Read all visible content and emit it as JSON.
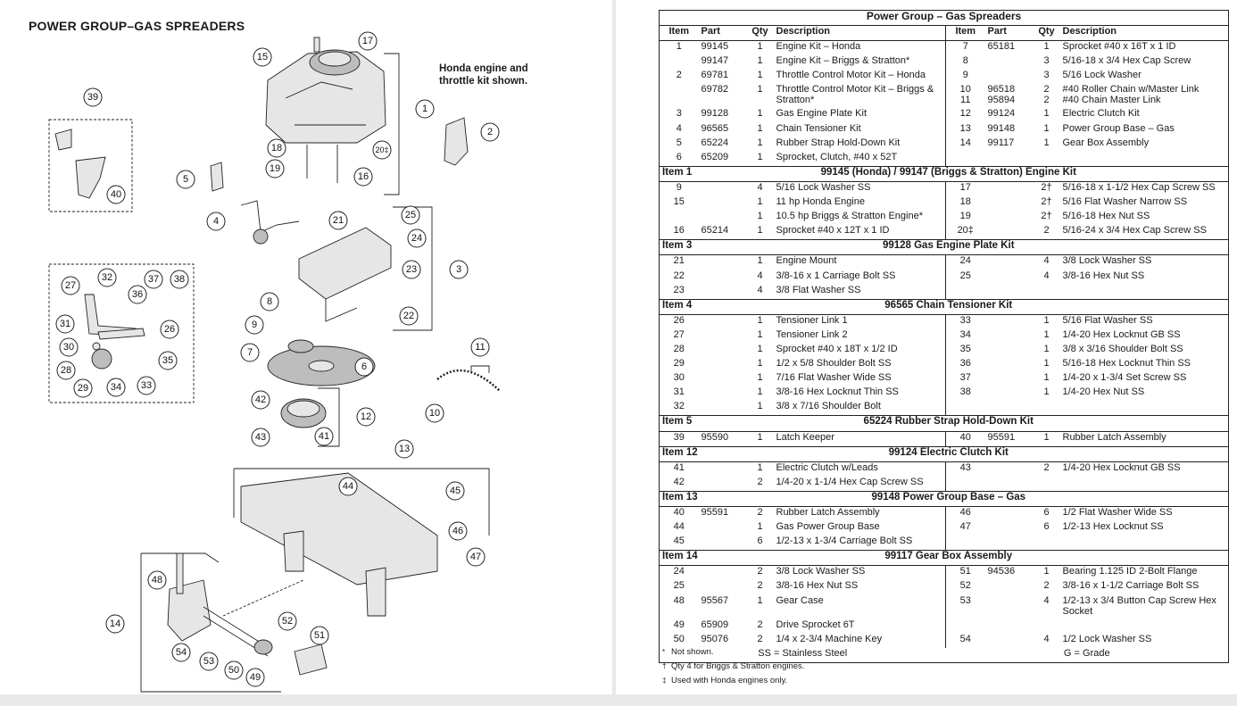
{
  "diagram": {
    "title": "POWER GROUP–GAS SPREADERS",
    "note": "Honda engine and throttle kit shown.",
    "callouts": [
      "1",
      "2",
      "3",
      "4",
      "5",
      "6",
      "7",
      "8",
      "9",
      "10",
      "11",
      "12",
      "13",
      "14",
      "15",
      "16",
      "17",
      "18",
      "19",
      "20‡",
      "21",
      "22",
      "23",
      "24",
      "25",
      "26",
      "27",
      "28",
      "29",
      "30",
      "31",
      "32",
      "33",
      "34",
      "35",
      "36",
      "37",
      "38",
      "39",
      "40",
      "41",
      "42",
      "43",
      "44",
      "45",
      "46",
      "47",
      "48",
      "49",
      "50",
      "51",
      "52",
      "53",
      "54"
    ]
  },
  "table": {
    "title": "Power Group – Gas Spreaders",
    "headers": [
      "Item",
      "Part",
      "Qty",
      "Description",
      "Item",
      "Part",
      "Qty",
      "Description"
    ],
    "main_rows": [
      [
        "1",
        "99145",
        "1",
        "Engine Kit – Honda",
        "7",
        "65181",
        "1",
        "Sprocket #40 x 16T x 1 ID"
      ],
      [
        "",
        "99147",
        "1",
        "Engine Kit – Briggs & Stratton*",
        "8",
        "",
        "3",
        "5/16-18 x 3/4 Hex Cap Screw"
      ],
      [
        "2",
        "69781",
        "1",
        "Throttle Control Motor Kit – Honda",
        "9",
        "",
        "3",
        "5/16 Lock Washer"
      ],
      [
        "",
        "69782",
        "1",
        "Throttle Control Motor Kit – Briggs & Stratton*",
        "10\n11",
        "96518\n95894",
        "2\n2",
        "#40 Roller Chain w/Master Link\n#40 Chain Master Link"
      ],
      [
        "3",
        "99128",
        "1",
        "Gas Engine Plate Kit",
        "12",
        "99124",
        "1",
        "Electric Clutch Kit"
      ],
      [
        "4",
        "96565",
        "1",
        "Chain Tensioner Kit",
        "13",
        "99148",
        "1",
        "Power Group Base – Gas"
      ],
      [
        "5",
        "65224",
        "1",
        "Rubber Strap Hold-Down Kit",
        "14",
        "99117",
        "1",
        "Gear Box Assembly"
      ],
      [
        "6",
        "65209",
        "1",
        "Sprocket, Clutch, #40 x 52T",
        "",
        "",
        "",
        ""
      ]
    ],
    "sections": [
      {
        "label": "Item 1",
        "title": "99145 (Honda) / 99147 (Briggs & Stratton)  Engine Kit",
        "rows": [
          [
            "9",
            "",
            "4",
            "5/16 Lock Washer SS",
            "17",
            "",
            "2†",
            "5/16-18 x 1-1/2 Hex Cap Screw SS"
          ],
          [
            "15",
            "",
            "1",
            "11 hp Honda Engine",
            "18",
            "",
            "2†",
            "5/16 Flat Washer Narrow SS"
          ],
          [
            "",
            "",
            "1",
            "10.5 hp Briggs & Stratton Engine*",
            "19",
            "",
            "2†",
            "5/16-18 Hex Nut SS"
          ],
          [
            "16",
            "65214",
            "1",
            "Sprocket #40 x 12T x 1 ID",
            "20‡",
            "",
            "2",
            "5/16-24 x 3/4 Hex Cap Screw SS"
          ]
        ]
      },
      {
        "label": "Item 3",
        "title": "99128  Gas Engine Plate Kit",
        "rows": [
          [
            "21",
            "",
            "1",
            "Engine Mount",
            "24",
            "",
            "4",
            "3/8 Lock Washer SS"
          ],
          [
            "22",
            "",
            "4",
            "3/8-16 x 1 Carriage Bolt SS",
            "25",
            "",
            "4",
            "3/8-16 Hex Nut SS"
          ],
          [
            "23",
            "",
            "4",
            "3/8 Flat Washer SS",
            "",
            "",
            "",
            ""
          ]
        ]
      },
      {
        "label": "Item 4",
        "title": "96565  Chain Tensioner Kit",
        "rows": [
          [
            "26",
            "",
            "1",
            "Tensioner Link 1",
            "33",
            "",
            "1",
            "5/16 Flat Washer SS"
          ],
          [
            "27",
            "",
            "1",
            "Tensioner Link 2",
            "34",
            "",
            "1",
            "1/4-20 Hex Locknut GB SS"
          ],
          [
            "28",
            "",
            "1",
            "Sprocket #40 x 18T x 1/2 ID",
            "35",
            "",
            "1",
            "3/8 x 3/16 Shoulder Bolt SS"
          ],
          [
            "29",
            "",
            "1",
            "1/2 x 5/8 Shoulder Bolt SS",
            "36",
            "",
            "1",
            "5/16-18 Hex Locknut Thin SS"
          ],
          [
            "30",
            "",
            "1",
            "7/16 Flat Washer Wide SS",
            "37",
            "",
            "1",
            "1/4-20 x 1-3/4 Set Screw SS"
          ],
          [
            "31",
            "",
            "1",
            "3/8-16 Hex Locknut Thin SS",
            "38",
            "",
            "1",
            "1/4-20 Hex Nut SS"
          ],
          [
            "32",
            "",
            "1",
            "3/8 x 7/16 Shoulder Bolt",
            "",
            "",
            "",
            ""
          ]
        ]
      },
      {
        "label": "Item 5",
        "title": "65224  Rubber Strap Hold-Down Kit",
        "rows": [
          [
            "39",
            "95590",
            "1",
            "Latch Keeper",
            "40",
            "95591",
            "1",
            "Rubber Latch Assembly"
          ]
        ]
      },
      {
        "label": "Item 12",
        "title": "99124  Electric Clutch Kit",
        "rows": [
          [
            "41",
            "",
            "1",
            "Electric Clutch w/Leads",
            "43",
            "",
            "2",
            "1/4-20 Hex Locknut GB SS"
          ],
          [
            "42",
            "",
            "2",
            "1/4-20 x 1-1/4 Hex Cap Screw SS",
            "",
            "",
            "",
            ""
          ]
        ]
      },
      {
        "label": "Item 13",
        "title": "99148  Power Group Base – Gas",
        "rows": [
          [
            "40",
            "95591",
            "2",
            "Rubber Latch Assembly",
            "46",
            "",
            "6",
            "1/2 Flat Washer Wide SS"
          ],
          [
            "44",
            "",
            "1",
            "Gas Power Group Base",
            "47",
            "",
            "6",
            "1/2-13 Hex Locknut SS"
          ],
          [
            "45",
            "",
            "6",
            "1/2-13 x 1-3/4 Carriage Bolt SS",
            "",
            "",
            "",
            ""
          ]
        ]
      },
      {
        "label": "Item 14",
        "title": "99117  Gear Box Assembly",
        "rows": [
          [
            "24",
            "",
            "2",
            "3/8 Lock Washer SS",
            "51",
            "94536",
            "1",
            "Bearing 1.125 ID 2-Bolt Flange"
          ],
          [
            "25",
            "",
            "2",
            "3/8-16 Hex Nut SS",
            "52",
            "",
            "2",
            "3/8-16 x 1-1/2 Carriage Bolt SS"
          ],
          [
            "48",
            "95567",
            "1",
            "Gear Case",
            "53",
            "",
            "4",
            "1/2-13 x 3/4 Button Cap Screw Hex Socket"
          ],
          [
            "49",
            "65909",
            "2",
            "Drive Sprocket 6T",
            "",
            "",
            "",
            ""
          ],
          [
            "50",
            "95076",
            "2",
            "1/4 x 2-3/4 Machine Key",
            "54",
            "",
            "4",
            "1/2 Lock Washer SS"
          ]
        ]
      }
    ],
    "legend_left": "SS = Stainless Steel",
    "legend_right": "G = Grade",
    "notes": [
      {
        "symbol": "*",
        "text": "Not shown."
      },
      {
        "symbol": "†",
        "text": "Qty 4 for Briggs & Stratton engines."
      },
      {
        "symbol": "‡",
        "text": "Used with Honda engines only."
      }
    ]
  }
}
